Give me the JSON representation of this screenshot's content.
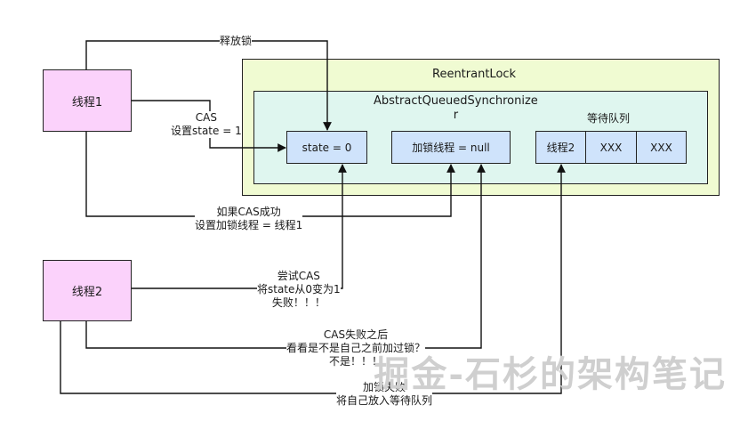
{
  "reentrant_lock": {
    "label": "ReentrantLock"
  },
  "aqs": {
    "label_line1": "AbstractQueuedSynchronize",
    "label_line2": "r"
  },
  "state_cell": {
    "label": "state = 0"
  },
  "lock_thread_cell": {
    "label": "加锁线程 = null"
  },
  "queue": {
    "label": "等待队列",
    "items": [
      "线程2",
      "XXX",
      "XXX"
    ]
  },
  "thread1": {
    "label": "线程1"
  },
  "thread2": {
    "label": "线程2"
  },
  "edges": {
    "release_lock": "释放锁",
    "cas_line1": "CAS",
    "cas_line2": "设置state = 1",
    "cas_success_line1": "如果CAS成功",
    "cas_success_line2": "设置加锁线程 = 线程1",
    "try_cas_line1": "尝试CAS",
    "try_cas_line2": "将state从0变为1",
    "try_cas_line3": "失败！！！",
    "after_fail_line1": "CAS失败之后",
    "after_fail_line2": "看看是不是自己之前加过锁？",
    "after_fail_line3": "不是！！！",
    "enqueue_line1": "加锁失败",
    "enqueue_line2": "将自己放入等待队列"
  },
  "watermark": "掘金-石杉的架构笔记",
  "colors": {
    "outer_fill": "#f0fbd2",
    "inner_fill": "#dff6ef",
    "cell_fill": "#cfe3fb",
    "thread_fill": "#fbd2fb",
    "outer_border": "#222222"
  }
}
